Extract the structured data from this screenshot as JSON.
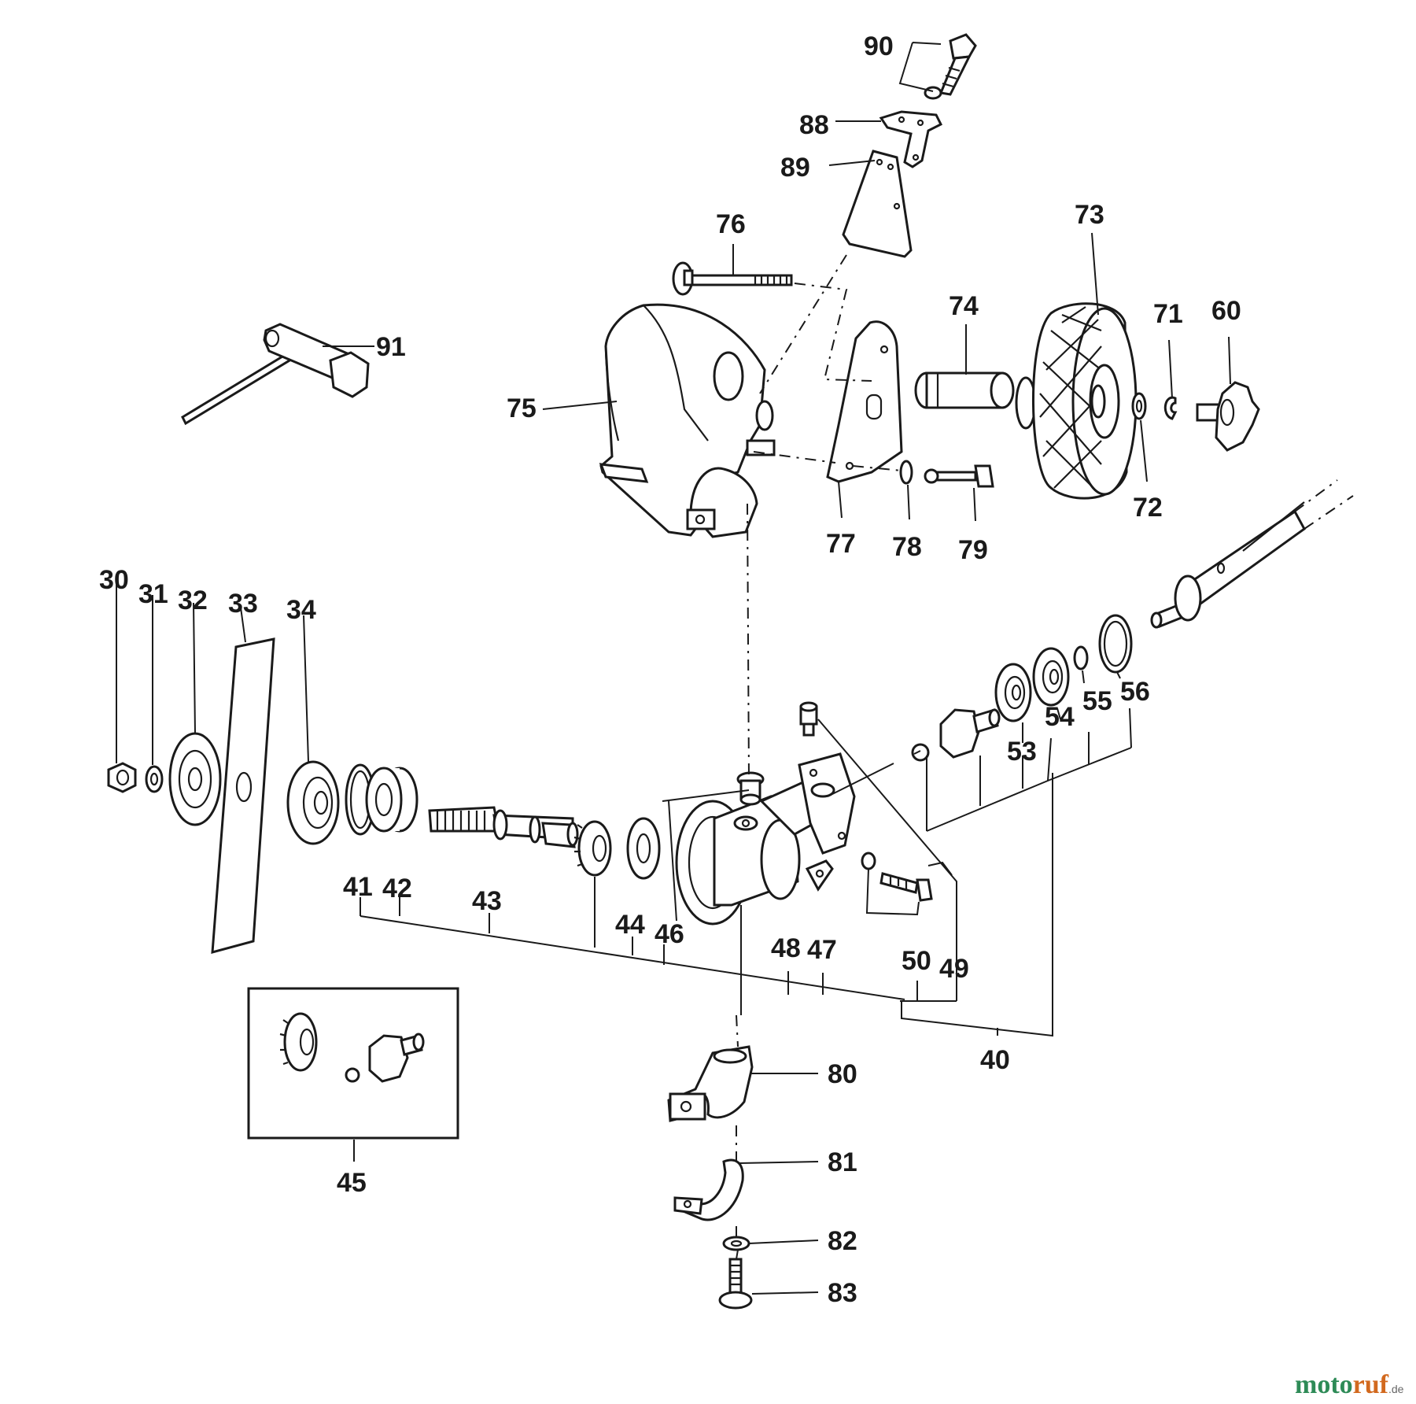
{
  "labels": {
    "p90": "90",
    "p88": "88",
    "p89": "89",
    "p76": "76",
    "p73": "73",
    "p74": "74",
    "p71": "71",
    "p60": "60",
    "p91": "91",
    "p75": "75",
    "p72": "72",
    "p77": "77",
    "p78": "78",
    "p79": "79",
    "p30": "30",
    "p31": "31",
    "p32": "32",
    "p33": "33",
    "p34": "34",
    "p56": "56",
    "p55": "55",
    "p54": "54",
    "p53": "53",
    "p41": "41",
    "p42": "42",
    "p43": "43",
    "p44": "44",
    "p46": "46",
    "p48": "48",
    "p47": "47",
    "p50": "50",
    "p49": "49",
    "p40": "40",
    "p80": "80",
    "p45": "45",
    "p81": "81",
    "p82": "82",
    "p83": "83"
  },
  "watermark": {
    "part1": "moto",
    "part2": "ruf",
    "suffix": ".de"
  }
}
